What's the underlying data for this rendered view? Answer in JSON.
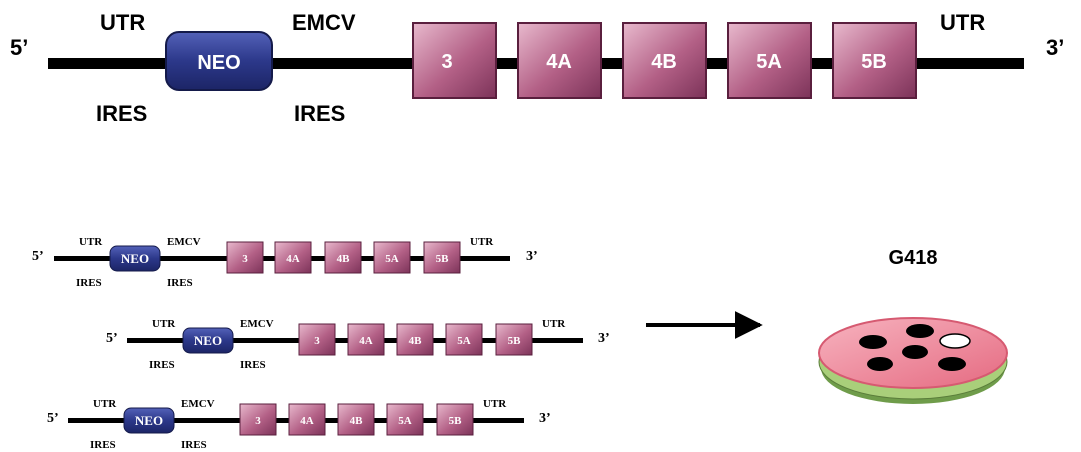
{
  "main_construct": {
    "five_prime": "5’",
    "three_prime": "3’",
    "utr_left": "UTR",
    "ires_left": "IRES",
    "neo": "NEO",
    "emcv": "EMCV",
    "ires_right": "IRES",
    "utr_right": "UTR",
    "genes": [
      "3",
      "4A",
      "4B",
      "5A",
      "5B"
    ]
  },
  "small_constructs": [
    {
      "five_prime": "5’",
      "three_prime": "3’",
      "utr_left": "UTR",
      "ires_left": "IRES",
      "neo": "NEO",
      "emcv": "EMCV",
      "ires_right": "IRES",
      "utr_right": "UTR",
      "genes": [
        "3",
        "4A",
        "4B",
        "5A",
        "5B"
      ]
    },
    {
      "five_prime": "5’",
      "three_prime": "3’",
      "utr_left": "UTR",
      "ires_left": "IRES",
      "neo": "NEO",
      "emcv": "EMCV",
      "ires_right": "IRES",
      "utr_right": "UTR",
      "genes": [
        "3",
        "4A",
        "4B",
        "5A",
        "5B"
      ]
    },
    {
      "five_prime": "5’",
      "three_prime": "3’",
      "utr_left": "UTR",
      "ires_left": "IRES",
      "neo": "NEO",
      "emcv": "EMCV",
      "ires_right": "IRES",
      "utr_right": "UTR",
      "genes": [
        "3",
        "4A",
        "4B",
        "5A",
        "5B"
      ]
    }
  ],
  "selection": {
    "label": "G418",
    "colonies_total": 6,
    "colonies_white": 1
  },
  "colors": {
    "line": "#000000",
    "neo_fill": "#2e3a8c",
    "gene_fill": "#b5668a",
    "gene_edge": "#5a1f3e",
    "dish_fill": "#f08a9a",
    "dish_rim": "#7fa85a"
  }
}
